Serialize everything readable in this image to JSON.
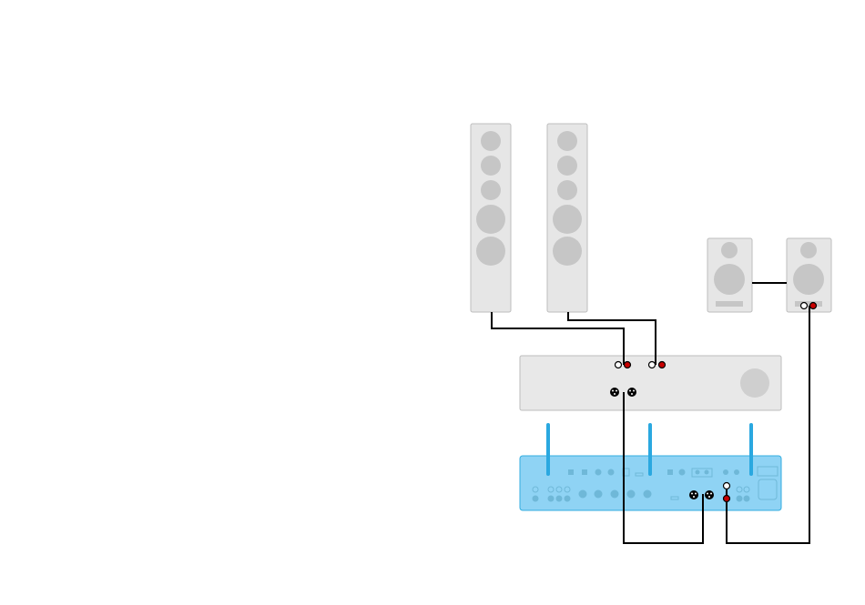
{
  "diagram": {
    "components": [
      {
        "id": "floor-speaker-left",
        "kind": "floorstanding-speaker"
      },
      {
        "id": "floor-speaker-right",
        "kind": "floorstanding-speaker"
      },
      {
        "id": "bookshelf-speaker-passive",
        "kind": "bookshelf-speaker"
      },
      {
        "id": "bookshelf-speaker-active",
        "kind": "active-bookshelf-speaker"
      },
      {
        "id": "power-amplifier",
        "kind": "amplifier"
      },
      {
        "id": "streaming-hub",
        "kind": "wireless-streamer"
      }
    ],
    "connections": [
      {
        "from": "floor-speaker-left",
        "to": "power-amplifier",
        "type": "speaker-cable"
      },
      {
        "from": "floor-speaker-right",
        "to": "power-amplifier",
        "type": "speaker-cable"
      },
      {
        "from": "bookshelf-speaker-passive",
        "to": "bookshelf-speaker-active",
        "type": "speaker-cable"
      },
      {
        "from": "power-amplifier",
        "to": "streaming-hub",
        "type": "xlr-balanced"
      },
      {
        "from": "bookshelf-speaker-active",
        "to": "streaming-hub",
        "type": "rca"
      }
    ],
    "colors": {
      "speaker_body": "#e6e6e6",
      "speaker_border": "#bdbdbd",
      "driver": "#c6c6c6",
      "amp_body": "#e8e8e8",
      "hub_body": "#8fd3f4",
      "hub_border": "#33aee0",
      "antenna": "#2aa8e0",
      "port_red": "#c80000",
      "cable": "#000000"
    }
  }
}
